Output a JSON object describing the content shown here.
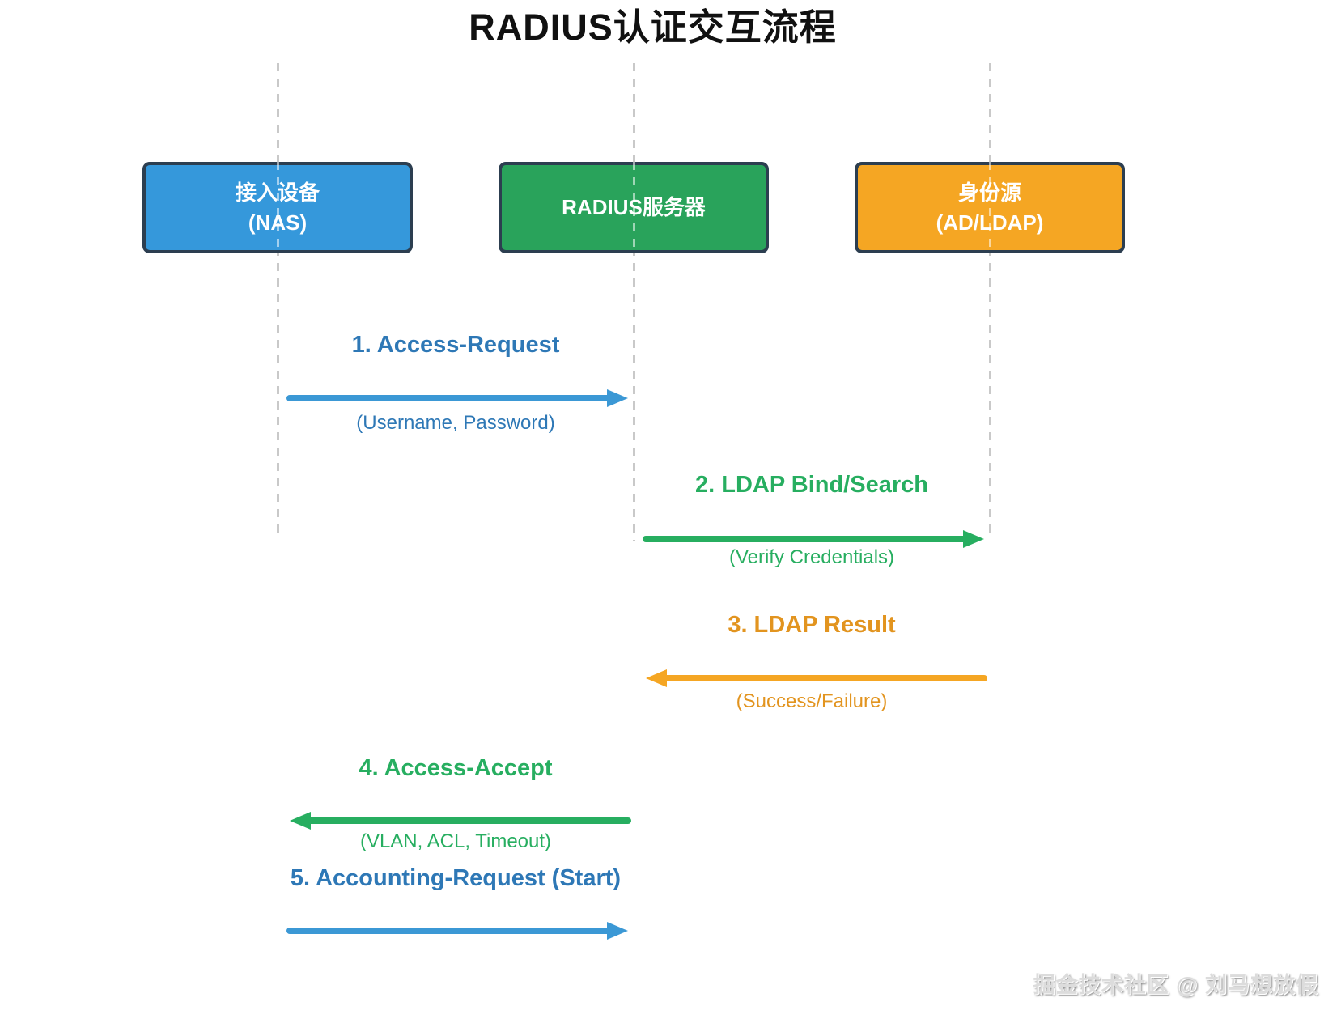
{
  "title": "RADIUS认证交互流程",
  "actors": [
    {
      "name": "接入设备 (NAS)",
      "lines": [
        "接入设备",
        "(NAS)"
      ],
      "fill": "#3598db",
      "border": "#2c3e50",
      "text_color": "#ffffff"
    },
    {
      "name": "RADIUS服务器",
      "lines": [
        "RADIUS服务器"
      ],
      "fill": "#29a35b",
      "border": "#2c3e50",
      "text_color": "#ffffff"
    },
    {
      "name": "身份源 (AD/LDAP)",
      "lines": [
        "身份源",
        "(AD/LDAP)"
      ],
      "fill": "#f5a623",
      "border": "#2c3e50",
      "text_color": "#ffffff"
    }
  ],
  "messages": [
    {
      "step": 1,
      "label": "1. Access-Request",
      "sublabel": "(Username, Password)",
      "from": "接入设备 (NAS)",
      "to": "RADIUS服务器",
      "direction": "right",
      "label_color": "#2e78b6",
      "arrow_color": "#3b98d5"
    },
    {
      "step": 2,
      "label": "2. LDAP Bind/Search",
      "sublabel": "(Verify Credentials)",
      "from": "RADIUS服务器",
      "to": "身份源 (AD/LDAP)",
      "direction": "right",
      "label_color": "#27ae60",
      "arrow_color": "#27ae60"
    },
    {
      "step": 3,
      "label": "3. LDAP Result",
      "sublabel": "(Success/Failure)",
      "from": "身份源 (AD/LDAP)",
      "to": "RADIUS服务器",
      "direction": "left",
      "label_color": "#e2941f",
      "arrow_color": "#f5a623"
    },
    {
      "step": 4,
      "label": "4. Access-Accept",
      "sublabel": "(VLAN, ACL, Timeout)",
      "from": "RADIUS服务器",
      "to": "接入设备 (NAS)",
      "direction": "left",
      "label_color": "#27ae60",
      "arrow_color": "#27ae60"
    },
    {
      "step": 5,
      "label": "5. Accounting-Request (Start)",
      "from": "接入设备 (NAS)",
      "to": "RADIUS服务器",
      "direction": "right",
      "label_color": "#2e78b6",
      "arrow_color": "#3b98d5"
    }
  ],
  "watermark": "掘金技术社区 @ 刘马想放假",
  "colors": {
    "background": "#ffffff",
    "lifeline": "#c9c9c9",
    "title": "#111111"
  }
}
